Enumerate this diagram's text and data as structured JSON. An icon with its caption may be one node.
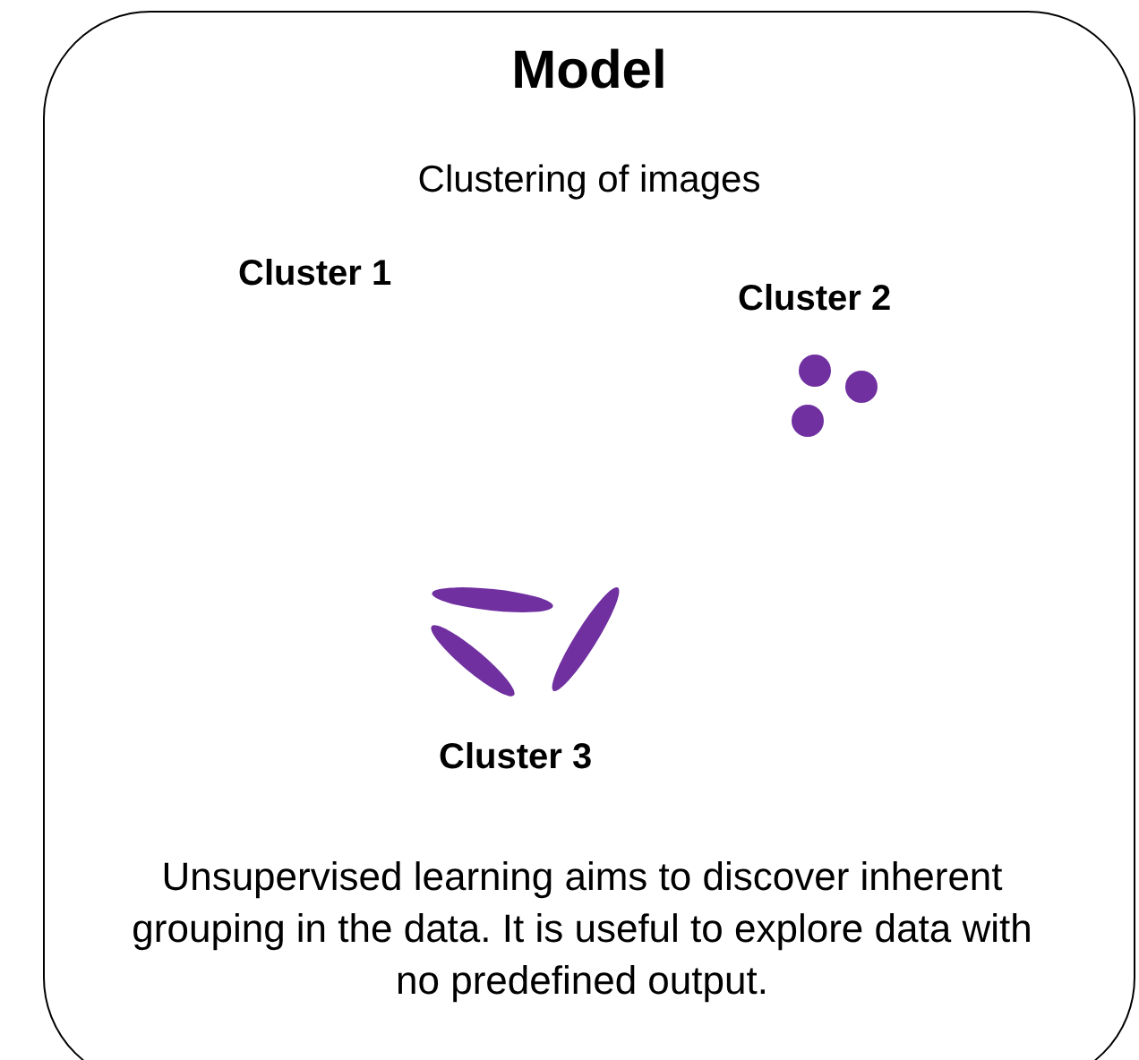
{
  "diagram": {
    "nodes": [
      {
        "text": [
          "Model",
          "Clustering of images",
          "Unsupervised learning aims to discover inherent grouping in the data. It is useful to explore data with no predefined output."
        ]
      }
    ],
    "labels": [
      "Cluster 1",
      "Cluster 2",
      "Cluster 3"
    ]
  }
}
